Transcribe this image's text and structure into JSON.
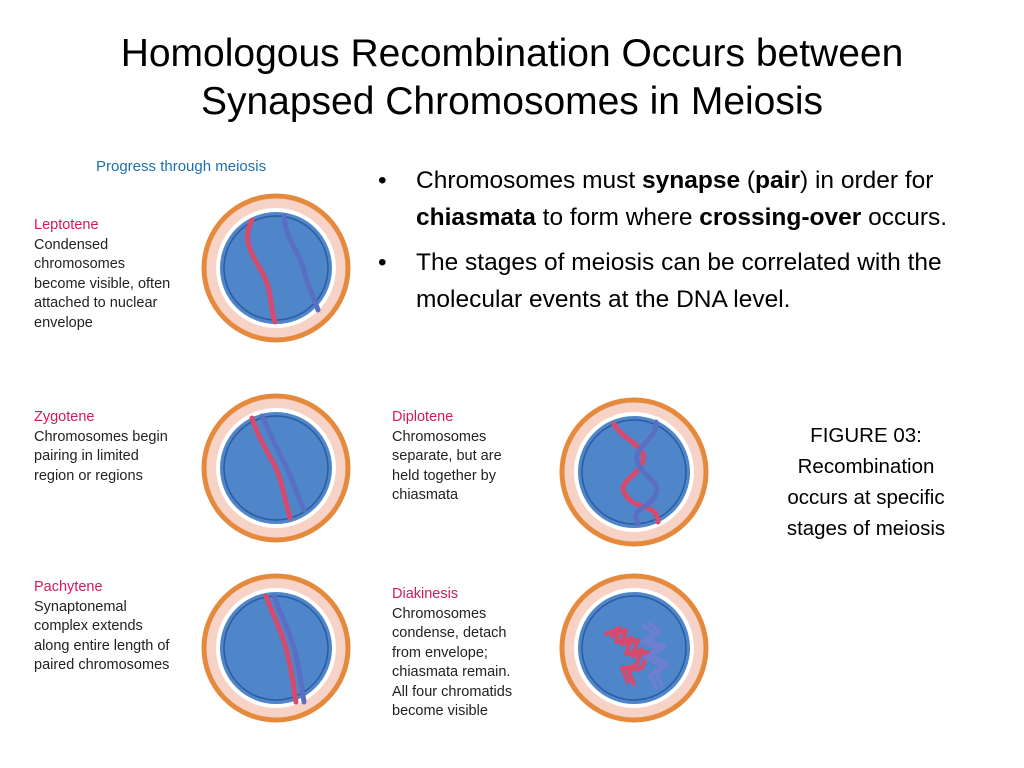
{
  "slide": {
    "title_line1": "Homologous Recombination Occurs between",
    "title_line2": "Synapsed Chromosomes in Meiosis"
  },
  "bullets": [
    {
      "parts": [
        {
          "text": "Chromosomes must ",
          "bold": false
        },
        {
          "text": "synapse",
          "bold": true
        },
        {
          "text": " (",
          "bold": false
        },
        {
          "text": "pair",
          "bold": true
        },
        {
          "text": ") in order for ",
          "bold": false
        },
        {
          "text": "chiasmata",
          "bold": true
        },
        {
          "text": " to form where ",
          "bold": false
        },
        {
          "text": "crossing-over",
          "bold": true
        },
        {
          "text": " occurs.",
          "bold": false
        }
      ]
    },
    {
      "parts": [
        {
          "text": "The stages of meiosis can be correlated with the molecular events at the DNA level.",
          "bold": false
        }
      ]
    }
  ],
  "figure": {
    "heading": "Progress through meiosis",
    "caption": "FIGURE 03: Recombination occurs at specific stages of meiosis",
    "colors": {
      "stage_name": "#d3195e",
      "heading": "#1d6fb0",
      "nucleus": "#4f86c9",
      "envelope": "#e58a3c",
      "paternal": "#d64a6e",
      "maternal": "#5a6fc4"
    },
    "stages": [
      {
        "id": "leptotene",
        "name": "Leptotene",
        "desc": "Condensed\nchromosomes\nbecome visible, often\nattached to nuclear\nenvelope"
      },
      {
        "id": "zygotene",
        "name": "Zygotene",
        "desc": "Chromosomes begin\npairing in limited\nregion or regions"
      },
      {
        "id": "pachytene",
        "name": "Pachytene",
        "desc": "Synaptonemal\ncomplex extends\nalong entire length of\npaired chromosomes"
      },
      {
        "id": "diplotene",
        "name": "Diplotene",
        "desc": "Chromosomes\nseparate, but are\nheld together by\nchiasmata"
      },
      {
        "id": "diakinesis",
        "name": "Diakinesis",
        "desc": "Chromosomes\ncondense, detach\nfrom envelope;\nchiasmata remain.\nAll four chromatids\nbecome visible"
      }
    ]
  }
}
